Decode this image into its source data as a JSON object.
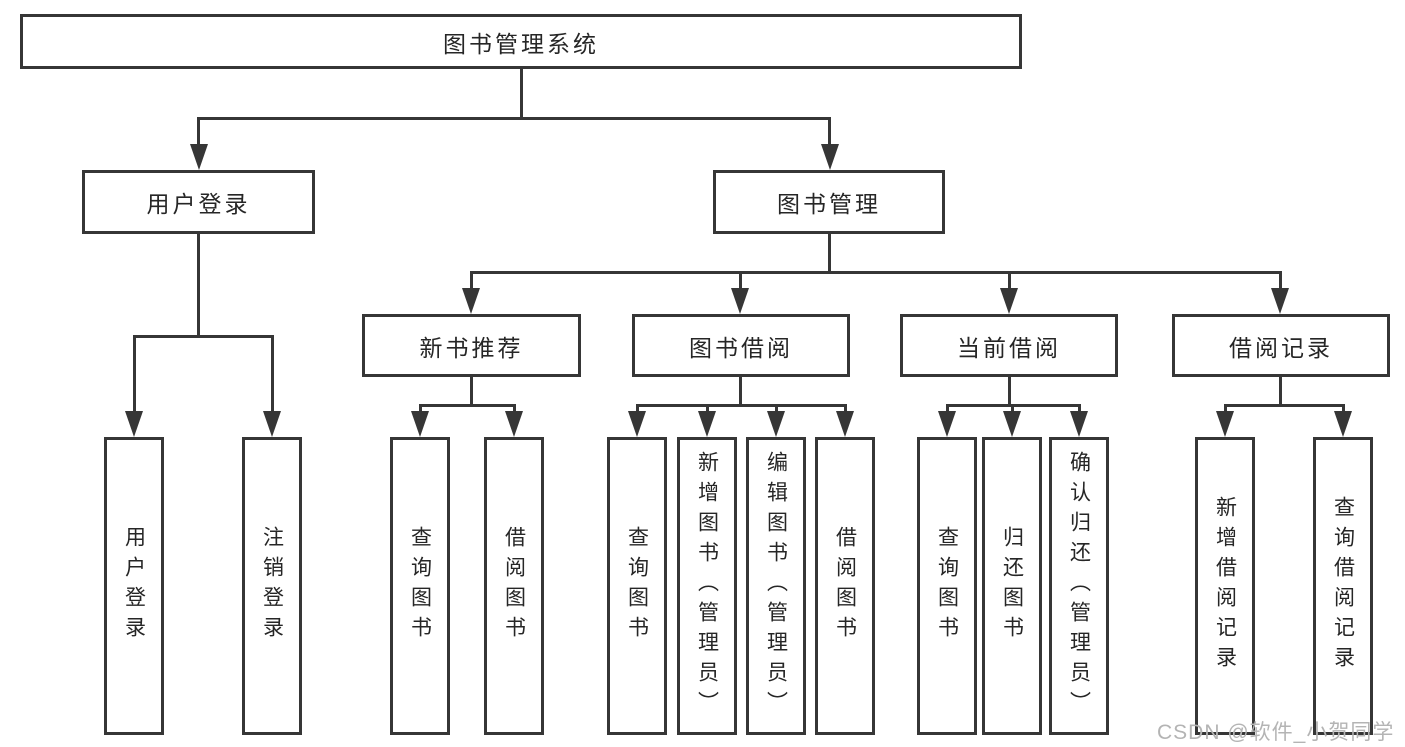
{
  "colors": {
    "line": "#363636",
    "text": "#262626",
    "background": "#ffffff",
    "watermark": "#b4b4b4"
  },
  "watermark": {
    "text": "CSDN @软件_小贺同学"
  },
  "tree": {
    "label": "图书管理系统",
    "children": [
      {
        "label": "用户登录",
        "children": [
          {
            "label": "用户登录"
          },
          {
            "label": "注销登录"
          }
        ]
      },
      {
        "label": "图书管理",
        "children": [
          {
            "label": "新书推荐",
            "children": [
              {
                "label": "查询图书"
              },
              {
                "label": "借阅图书"
              }
            ]
          },
          {
            "label": "图书借阅",
            "children": [
              {
                "label": "查询图书"
              },
              {
                "label": "新增图书（管理员）"
              },
              {
                "label": "编辑图书（管理员）"
              },
              {
                "label": "借阅图书"
              }
            ]
          },
          {
            "label": "当前借阅",
            "children": [
              {
                "label": "查询图书"
              },
              {
                "label": "归还图书"
              },
              {
                "label": "确认归还（管理员）"
              }
            ]
          },
          {
            "label": "借阅记录",
            "children": [
              {
                "label": "新增借阅记录"
              },
              {
                "label": "查询借阅记录"
              }
            ]
          }
        ]
      }
    ]
  }
}
